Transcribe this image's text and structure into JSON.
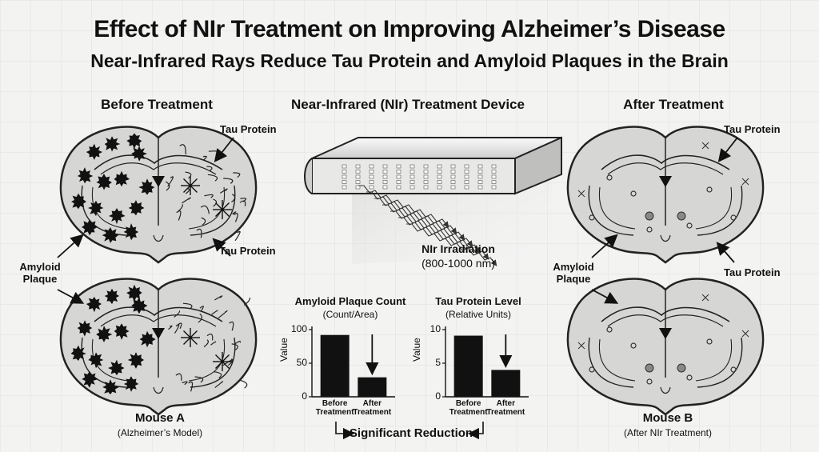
{
  "title": "Effect of NIr Treatment on Improving Alzheimer’s Disease",
  "subtitle": "Near-Infrared Rays Reduce Tau Protein and Amyloid Plaques in the Brain",
  "sections": {
    "before": "Before Treatment",
    "device": "Near-Infrared (NIr) Treatment Device",
    "after": "After Treatment"
  },
  "labels": {
    "tau_protein": "Tau Protein",
    "amyloid_line1": "Amyloid",
    "amyloid_line2": "Plaque",
    "irradiation": "NIr Irradiation",
    "wavelength": "(800-1000 nm)"
  },
  "mouse_a": {
    "name": "Mouse A",
    "desc": "(Alzheimer’s Model)"
  },
  "mouse_b": {
    "name": "Mouse B",
    "desc": "(After NIr Treatment)"
  },
  "reduction": "Significant Reduction",
  "chart_data": [
    {
      "type": "bar",
      "title": "Amyloid Plaque Count",
      "subtitle": "(Count/Area)",
      "ylabel": "Value",
      "categories": [
        "Before Treatment",
        "After Treatment"
      ],
      "values": [
        92,
        29
      ],
      "ylim": [
        0,
        100
      ],
      "yticks": [
        "100",
        "50",
        "0"
      ]
    },
    {
      "type": "bar",
      "title": "Tau Protein Level",
      "subtitle": "(Relative Units)",
      "ylabel": "Value",
      "categories": [
        "Before Treatment",
        "After Treatment"
      ],
      "values": [
        9.1,
        4
      ],
      "ylim": [
        0,
        10
      ],
      "yticks": [
        "10",
        "5",
        "0"
      ]
    }
  ]
}
